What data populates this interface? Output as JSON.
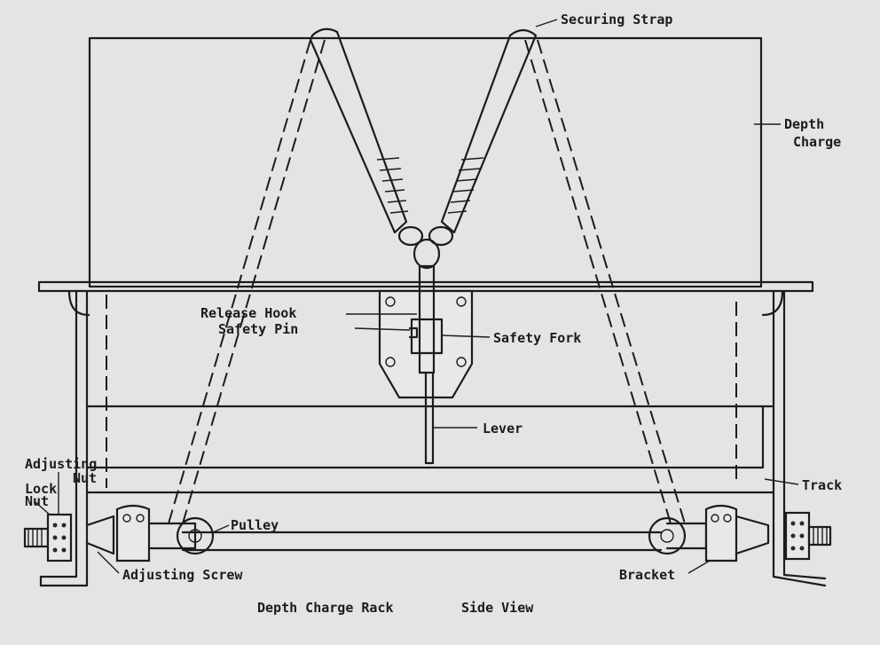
{
  "labels": {
    "securing_strap": "Securing Strap",
    "depth": "Depth",
    "charge": "Charge",
    "release_hook": "Release Hook",
    "safety_pin": "Safety Pin",
    "safety_fork": "Safety Fork",
    "lever": "Lever",
    "adjusting": "Adjusting",
    "nut_1": "Nut",
    "lock": "Lock",
    "nut_2": "Nut",
    "track": "Track",
    "pulley": "Pulley",
    "adjusting_screw": "Adjusting Screw",
    "bracket": "Bracket"
  },
  "caption": {
    "title": "Depth Charge Rack",
    "view": "Side View"
  },
  "colors": {
    "ink": "#1c1c1c",
    "paper": "#e4e4e2"
  }
}
